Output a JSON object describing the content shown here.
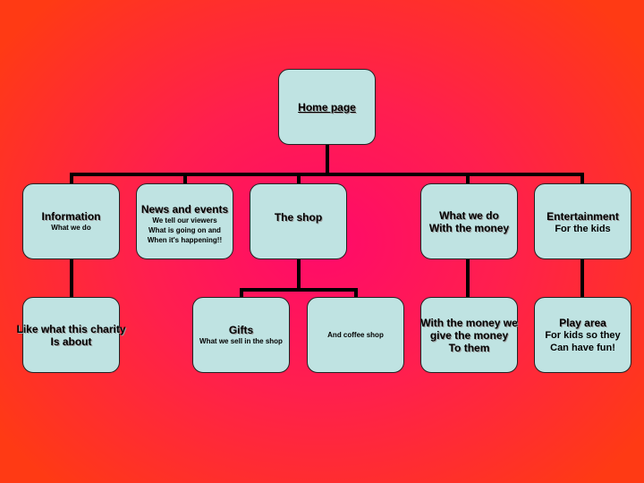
{
  "root": {
    "title": "Home page"
  },
  "level1": [
    {
      "title": "Information",
      "sub": [
        "What we do"
      ]
    },
    {
      "title": "News and events",
      "sub": [
        "We tell our viewers",
        "What is going on and",
        "When it's happening!!"
      ]
    },
    {
      "title": "The shop",
      "sub": []
    },
    {
      "title": "What we do",
      "sub": [
        "With the money"
      ]
    },
    {
      "title": "Entertainment",
      "sub": [
        "For the kids"
      ]
    }
  ],
  "level2": [
    {
      "title": "Like what this charity",
      "sub": [
        "Is about"
      ]
    },
    {
      "title": "Gifts",
      "sub": [
        "What we sell in the shop"
      ]
    },
    {
      "title": "",
      "sub": [
        "And coffee shop"
      ]
    },
    {
      "title": "With the money we",
      "sub": [
        "give the money",
        "To them"
      ]
    },
    {
      "title": "Play area",
      "sub": [
        "For kids so they",
        "Can have fun!"
      ]
    }
  ]
}
